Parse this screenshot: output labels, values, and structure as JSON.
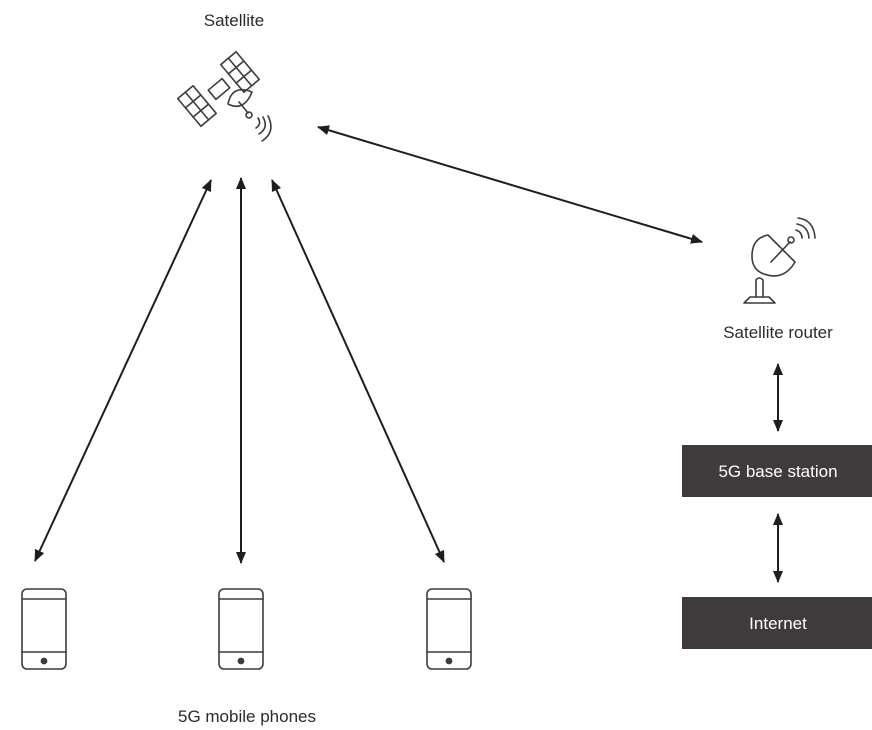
{
  "labels": {
    "satellite": "Satellite",
    "satellite_router": "Satellite router",
    "base_station": "5G base station",
    "internet": "Internet",
    "mobile_phones": "5G mobile phones"
  },
  "colors": {
    "box_fill": "#3f3b3c",
    "box_text": "#ffffff",
    "line": "#1e1e1e",
    "icon_stroke": "#3c3c3c",
    "text": "#2b2b2b"
  },
  "icons": [
    "satellite-icon",
    "satellite-dish-icon",
    "mobile-phone-icon"
  ]
}
